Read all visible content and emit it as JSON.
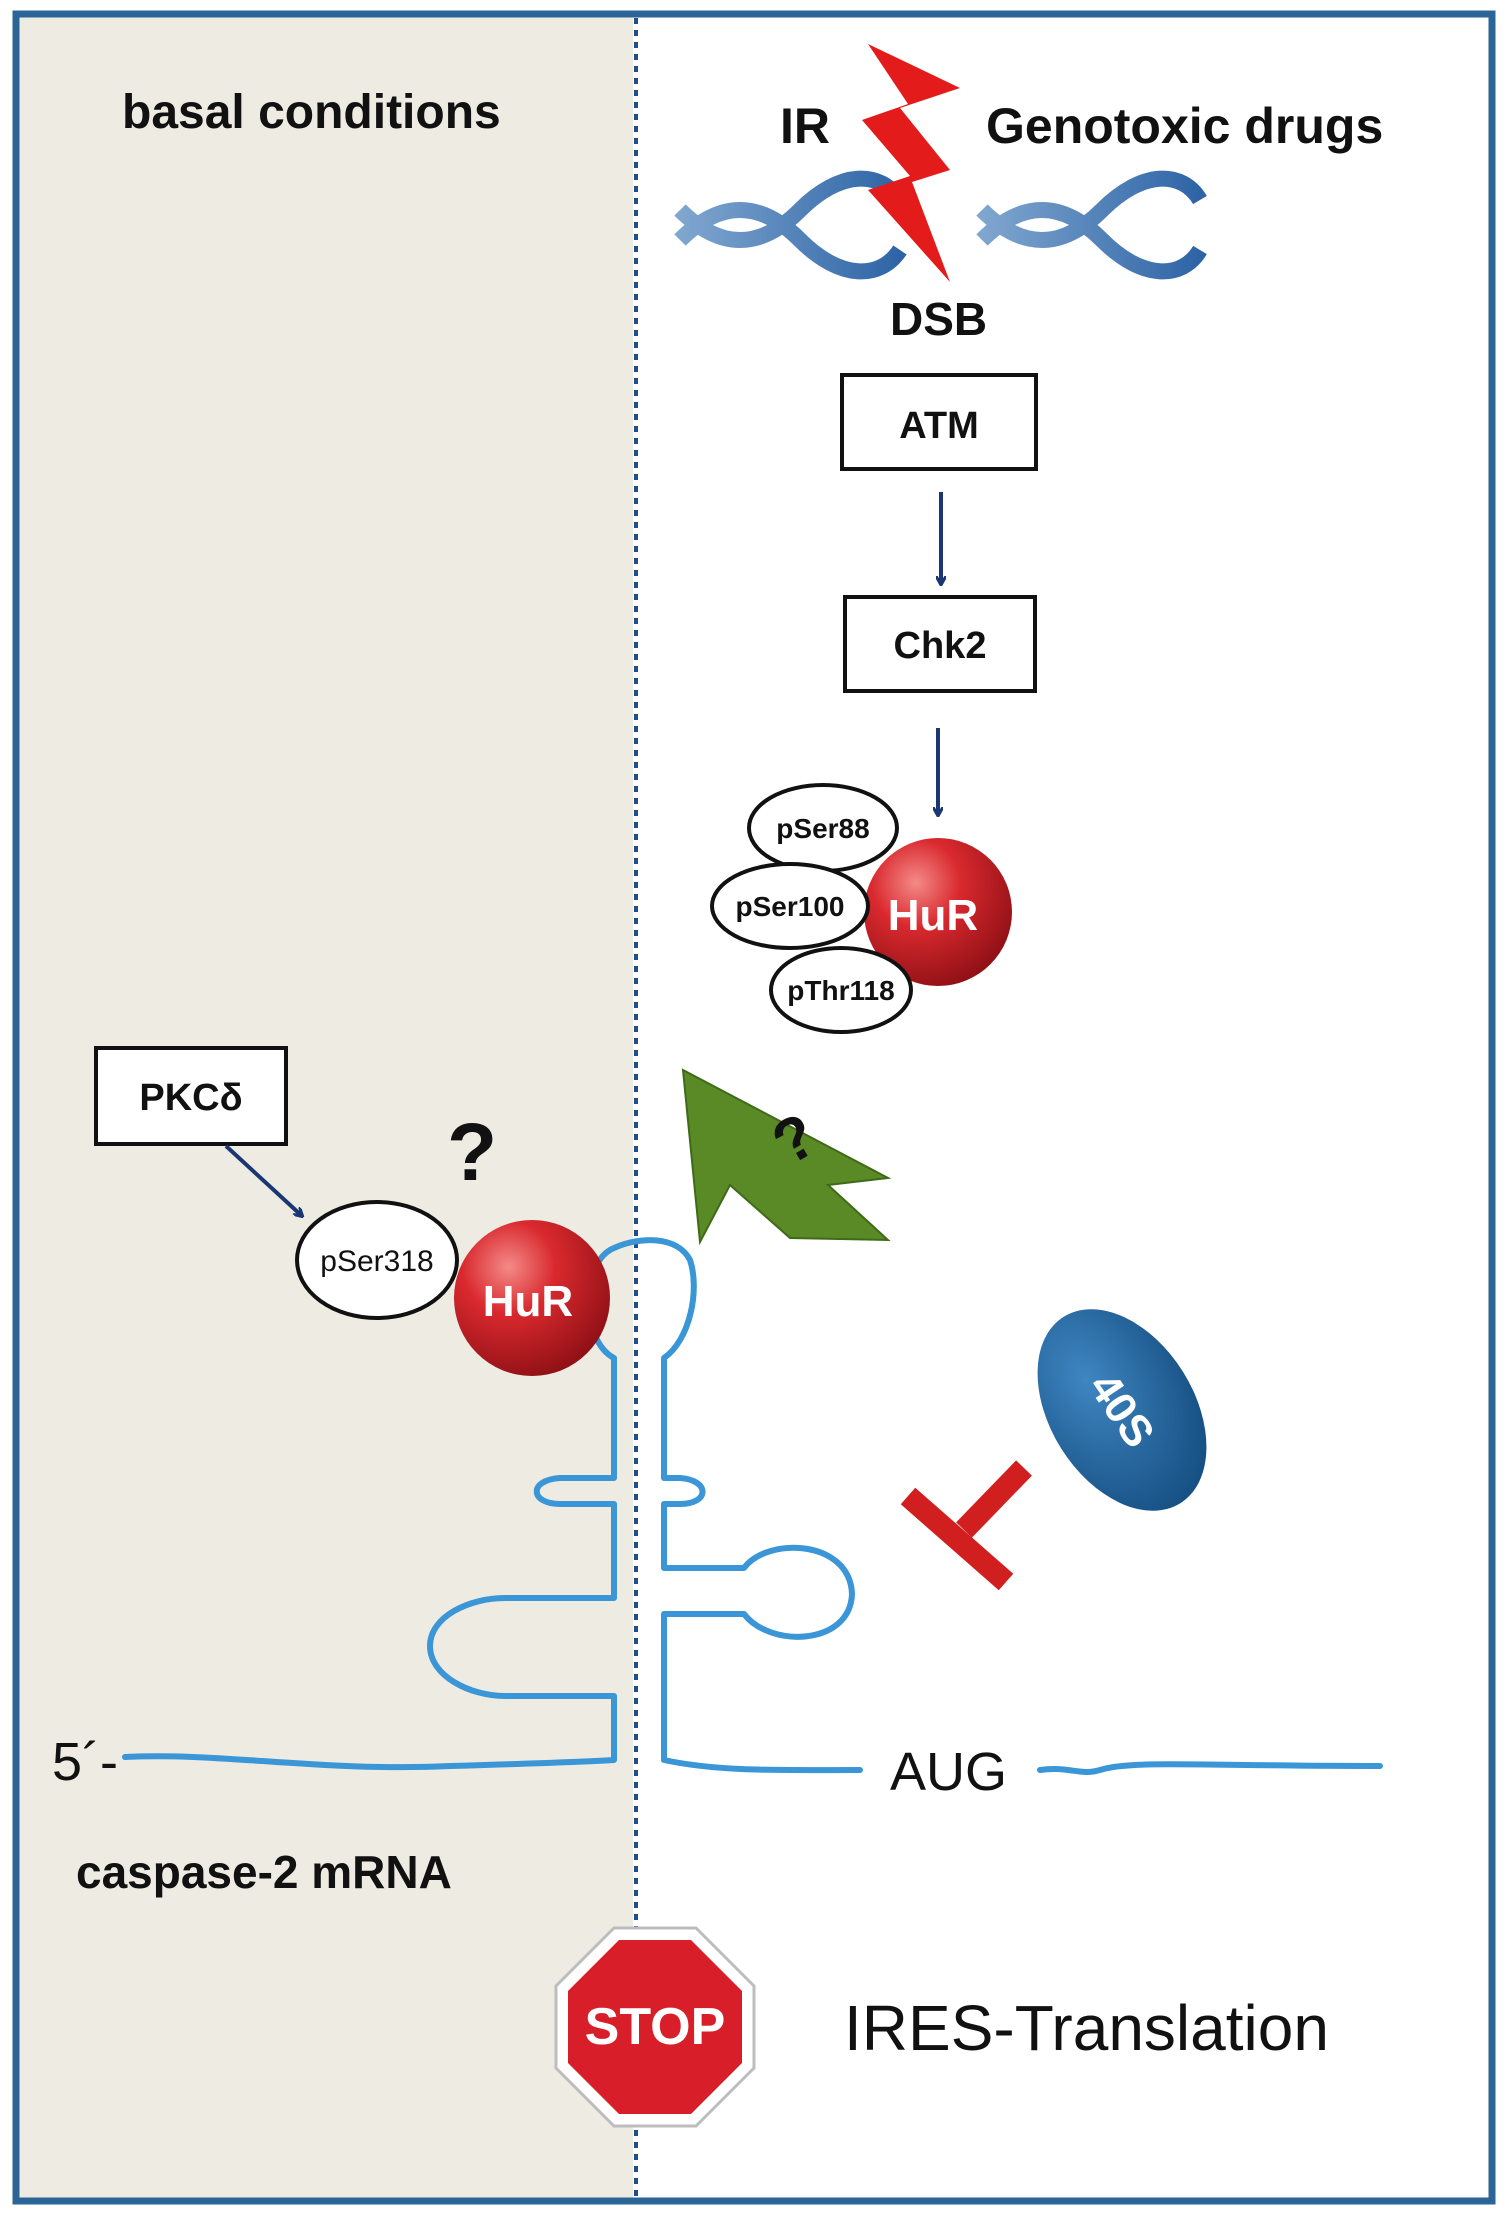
{
  "panels": {
    "left_title": "basal conditions"
  },
  "stress": {
    "ir_label": "IR",
    "drugs_label": "Genotoxic drugs",
    "dsb_label": "DSB"
  },
  "pathway": {
    "atm_label": "ATM",
    "chk2_label": "Chk2",
    "pkc_label": "PKCδ"
  },
  "hur_complex_right": {
    "protein_label": "HuR",
    "sites": [
      "pSer88",
      "pSer100",
      "pThr118"
    ]
  },
  "hur_complex_left": {
    "protein_label": "HuR",
    "site": "pSer318"
  },
  "question_marks": {
    "left": "?",
    "arrow": "?"
  },
  "ribosome": {
    "label": "40S"
  },
  "mrna": {
    "five_prime": "5´-",
    "start_codon": "AUG",
    "name": "caspase-2 mRNA"
  },
  "outcome": {
    "stop_sign": "STOP",
    "process": "IRES-Translation"
  },
  "colors": {
    "left_panel_bg": "#eeebe2",
    "border": "#2b6496",
    "hur_red": "#d0222a",
    "arrow_navy": "#1a3673",
    "mrna_blue": "#3a96d6",
    "inhibitor_red": "#d11f1f",
    "ribosome_blue": "#1f5f95",
    "green_arrow": "#5a8a25",
    "stop_red": "#d81e28"
  }
}
